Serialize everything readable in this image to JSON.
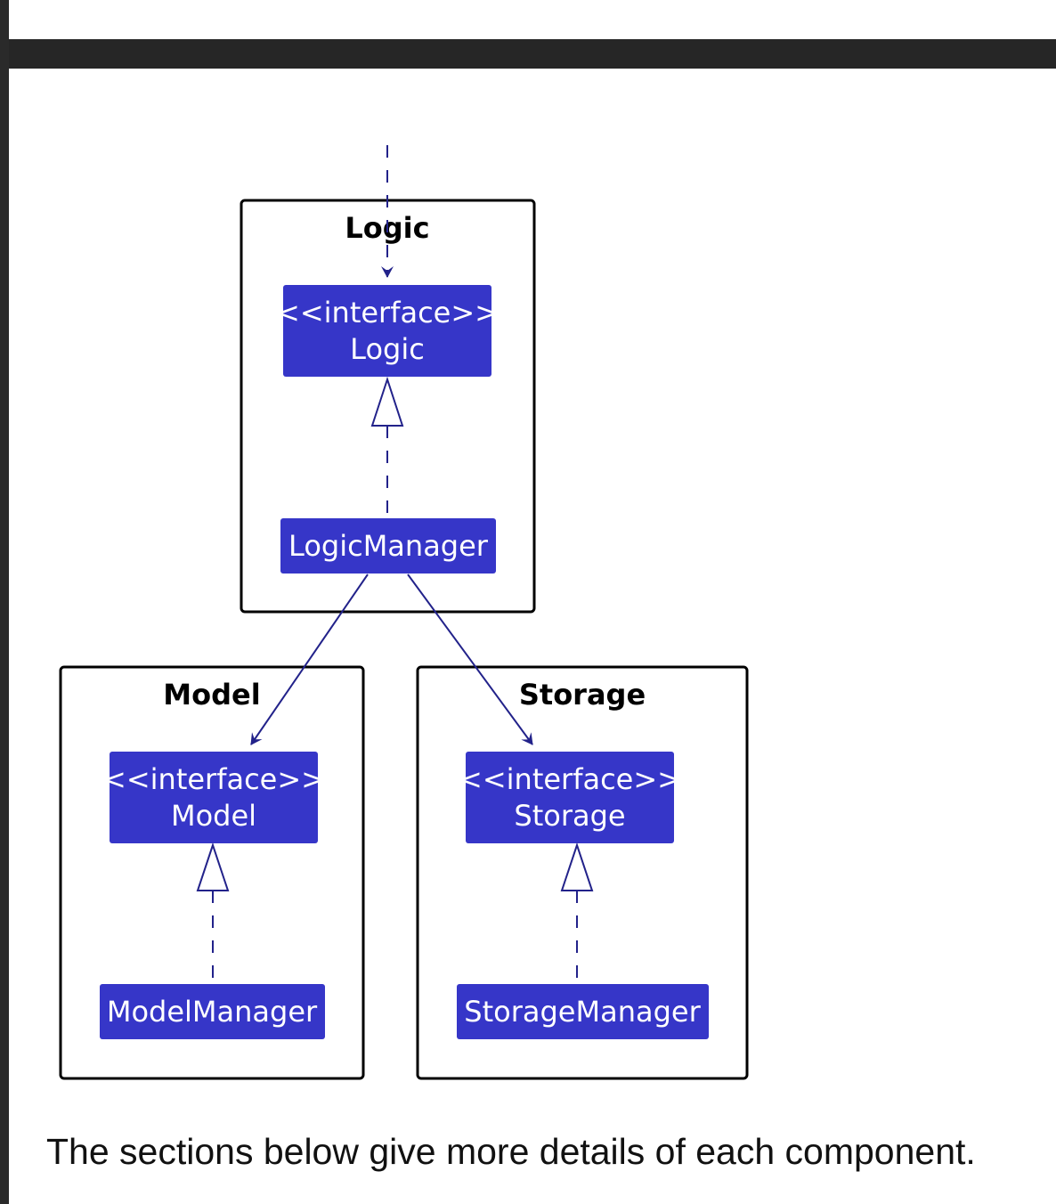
{
  "packages": {
    "logic": {
      "title": "Logic"
    },
    "model": {
      "title": "Model"
    },
    "storage": {
      "title": "Storage"
    }
  },
  "classes": {
    "logic_interface": {
      "stereotype": "<<interface>>",
      "name": "Logic"
    },
    "logic_manager": {
      "name": "LogicManager"
    },
    "model_interface": {
      "stereotype": "<<interface>>",
      "name": "Model"
    },
    "model_manager": {
      "name": "ModelManager"
    },
    "storage_interface": {
      "stereotype": "<<interface>>",
      "name": "Storage"
    },
    "storage_manager": {
      "name": "StorageManager"
    }
  },
  "colors": {
    "class_fill": "#3636c8",
    "class_text": "#ffffff",
    "arrow": "#22228a",
    "package_border": "#000000"
  },
  "caption": "The sections below give more details of each component."
}
